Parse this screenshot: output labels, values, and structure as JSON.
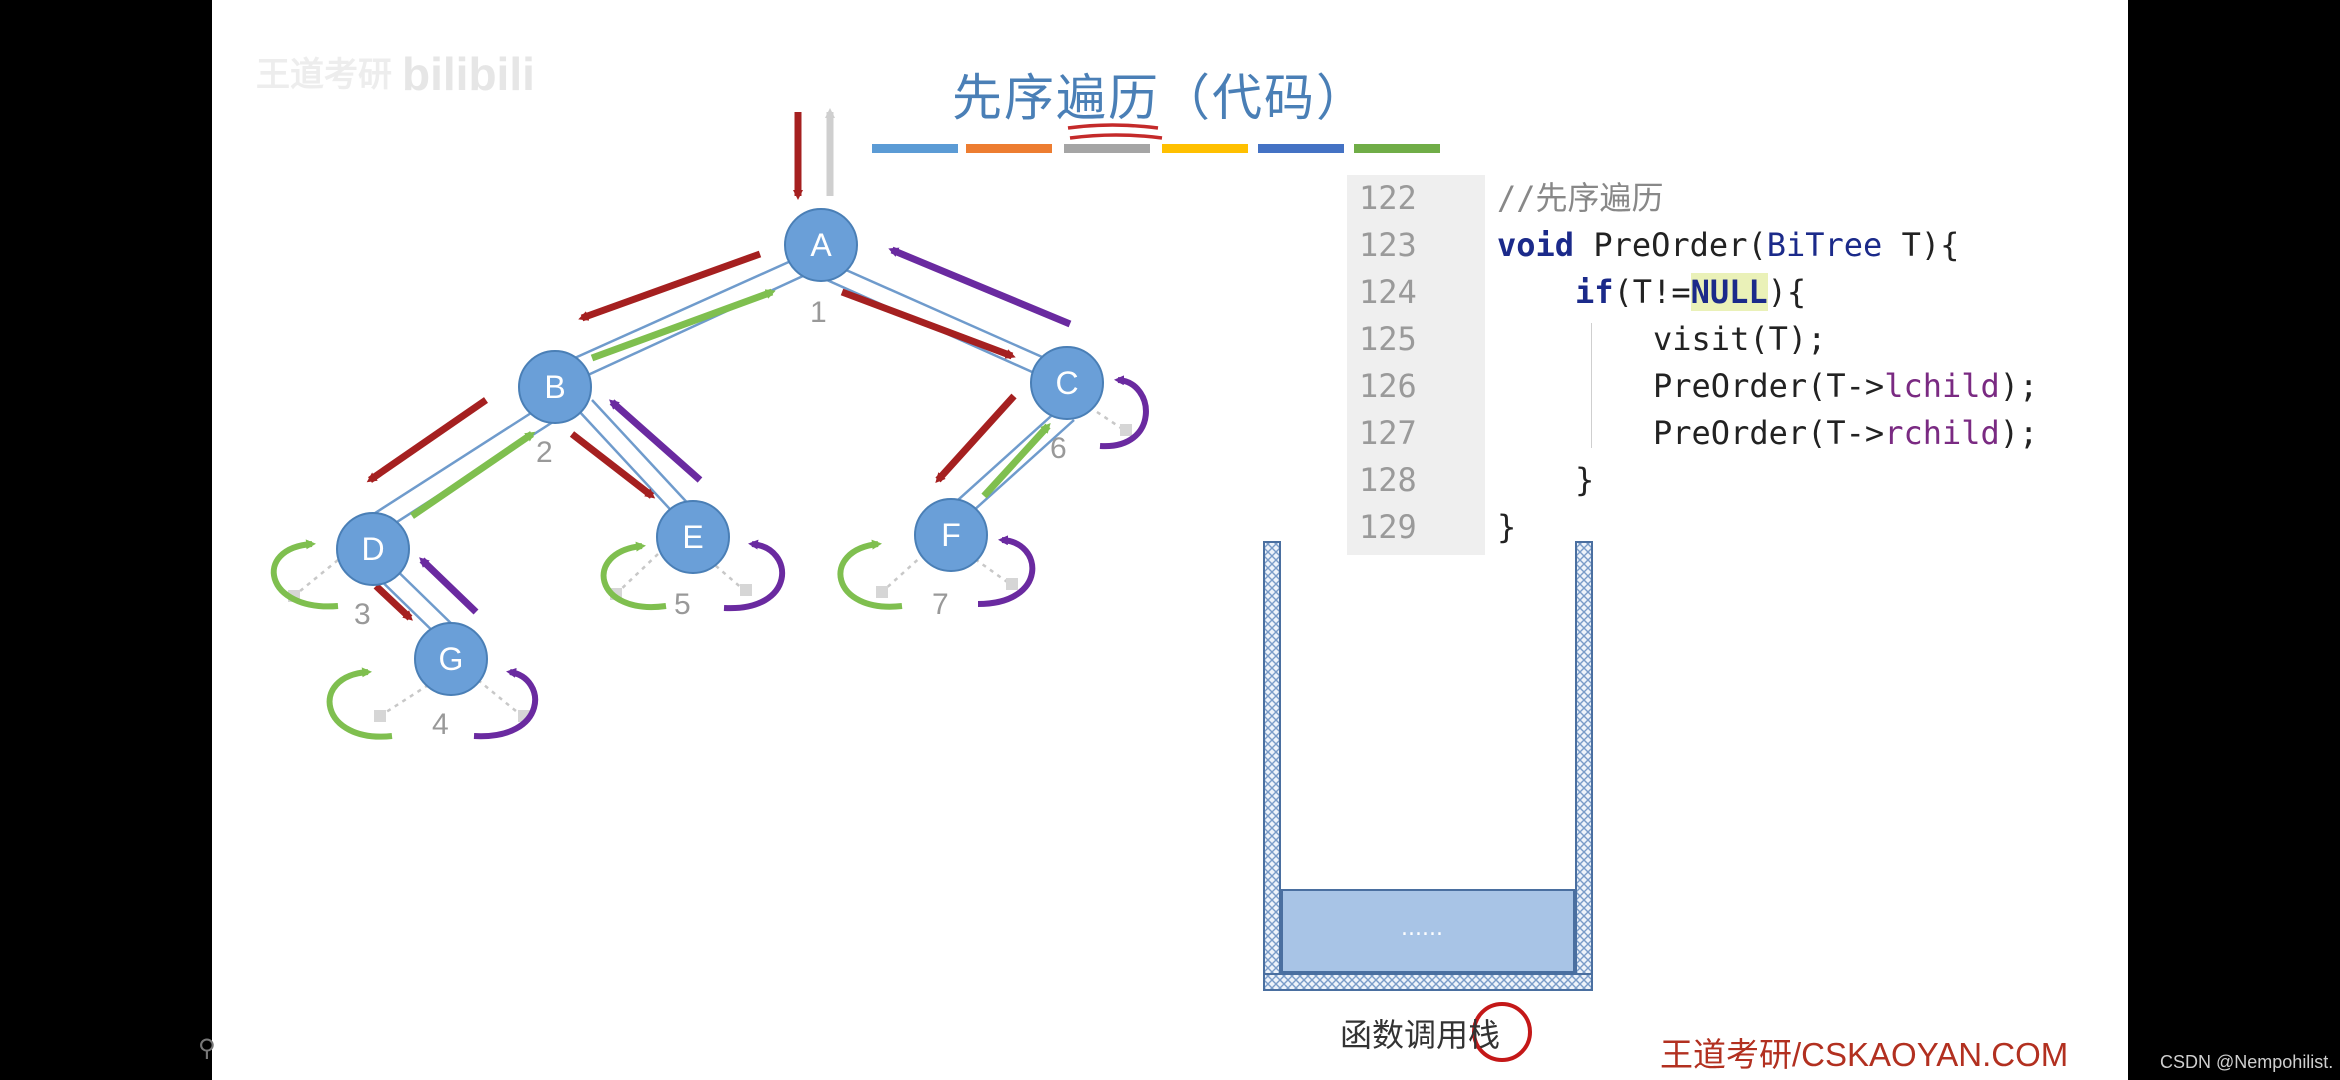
{
  "slide": {
    "title": "先序遍历（代码）",
    "watermark_logo": "王道考研 bilibili",
    "brand_footer": "王道考研/CSKAOYAN.COM",
    "colors": {
      "node_fill": "#6a9fd8",
      "call_arrow": "#a52020",
      "return_arrow_green": "#7fbf4f",
      "return_arrow_purple": "#6a2aa0",
      "title": "#4a7fb6",
      "brand": "#b23020"
    },
    "color_legend_bar": [
      "#5b9bd5",
      "#ed7d31",
      "#a5a5a5",
      "#ffc000",
      "#4472c4",
      "#70ad47"
    ]
  },
  "tree": {
    "nodes": [
      {
        "id": "A",
        "label": "A",
        "visit_order": "1"
      },
      {
        "id": "B",
        "label": "B",
        "visit_order": "2"
      },
      {
        "id": "C",
        "label": "C",
        "visit_order": "6"
      },
      {
        "id": "D",
        "label": "D",
        "visit_order": "3"
      },
      {
        "id": "E",
        "label": "E",
        "visit_order": "5"
      },
      {
        "id": "F",
        "label": "F",
        "visit_order": "7"
      },
      {
        "id": "G",
        "label": "G",
        "visit_order": "4"
      }
    ]
  },
  "code": {
    "lines": [
      {
        "num": "122",
        "text": "//先序遍历"
      },
      {
        "num": "123",
        "text": "void PreOrder(BiTree T){"
      },
      {
        "num": "124",
        "text": "if(T!=NULL){"
      },
      {
        "num": "125",
        "text": "visit(T);"
      },
      {
        "num": "126",
        "text": "PreOrder(T->lchild);"
      },
      {
        "num": "127",
        "text": "PreOrder(T->rchild);"
      },
      {
        "num": "128",
        "text": "}"
      },
      {
        "num": "129",
        "text": "}"
      }
    ],
    "tokens": {
      "l123_kw": "void",
      "l123_mid": " PreOrder(",
      "l123_type": "BiTree",
      "l123_end": " T){",
      "l124_kw": "if",
      "l124_mid": "(T!=",
      "l124_null": "NULL",
      "l124_end": "){",
      "l126_pre": "PreOrder(T->",
      "l126_fld": "lchild",
      "l126_end": ");",
      "l127_pre": "PreOrder(T->",
      "l127_fld": "rchild",
      "l127_end": ");"
    }
  },
  "stack": {
    "label": "函数调用栈",
    "frame_text": "......"
  },
  "page_watermark": "CSDN @Nempohilist."
}
